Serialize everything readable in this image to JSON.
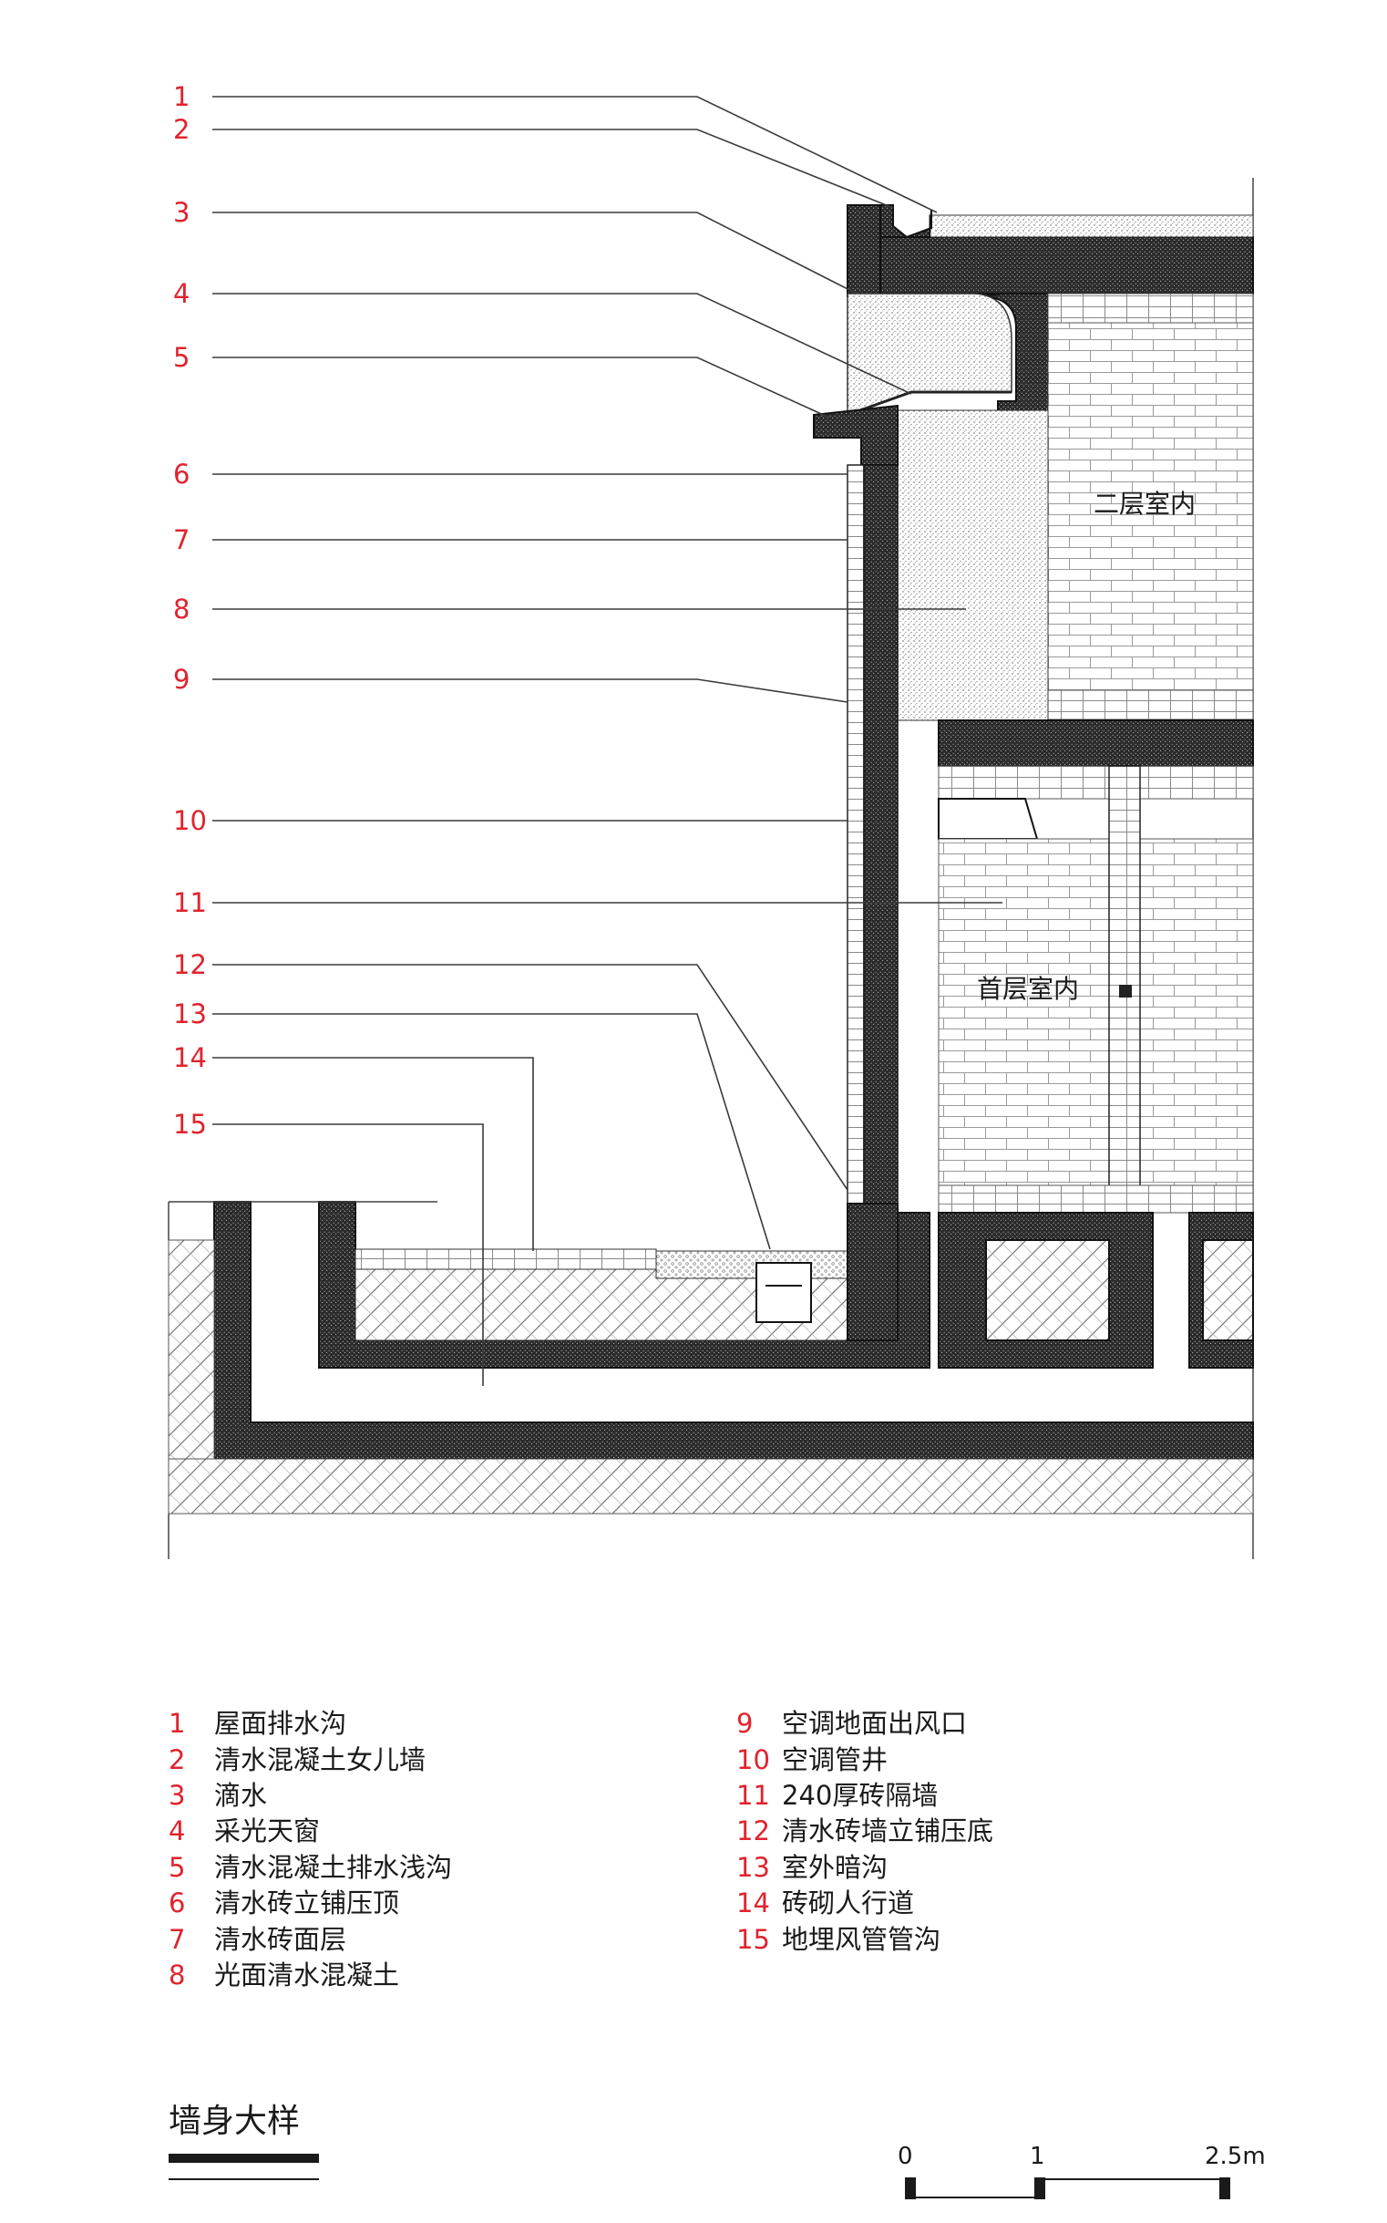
{
  "callouts": [
    "1",
    "2",
    "3",
    "4",
    "5",
    "6",
    "7",
    "8",
    "9",
    "10",
    "11",
    "12",
    "13",
    "14",
    "15"
  ],
  "rooms": {
    "second_floor": "二层室内",
    "first_floor": "首层室内"
  },
  "legend": [
    {
      "num": "1",
      "text": "屋面排水沟"
    },
    {
      "num": "2",
      "text": "清水混凝土女儿墙"
    },
    {
      "num": "3",
      "text": "滴水"
    },
    {
      "num": "4",
      "text": "采光天窗"
    },
    {
      "num": "5",
      "text": "清水混凝土排水浅沟"
    },
    {
      "num": "6",
      "text": "清水砖立铺压顶"
    },
    {
      "num": "7",
      "text": "清水砖面层"
    },
    {
      "num": "8",
      "text": "光面清水混凝土"
    },
    {
      "num": "9",
      "text": "空调地面出风口"
    },
    {
      "num": "10",
      "text": "空调管井"
    },
    {
      "num": "11",
      "text": "240厚砖隔墙"
    },
    {
      "num": "12",
      "text": "清水砖墙立铺压底"
    },
    {
      "num": "13",
      "text": "室外暗沟"
    },
    {
      "num": "14",
      "text": "砖砌人行道"
    },
    {
      "num": "15",
      "text": "地埋风管管沟"
    }
  ],
  "title": "墙身大样",
  "scale_bar": {
    "labels": [
      "0",
      "1",
      "2.5m"
    ]
  },
  "colors": {
    "callout": "#e0232d",
    "ink": "#1a1a1a",
    "concrete": "#2b2b2b"
  }
}
